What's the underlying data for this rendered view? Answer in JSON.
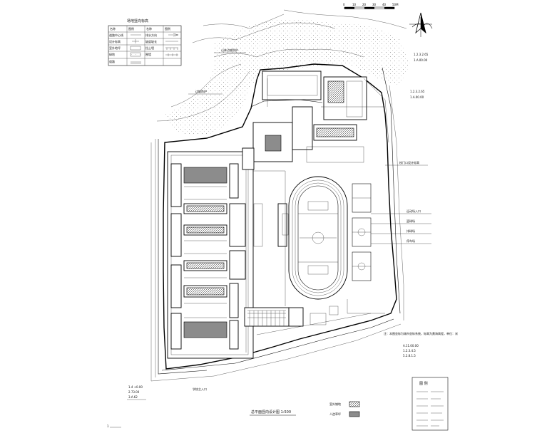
{
  "scale_bar": {
    "labels": [
      "0",
      "10",
      "20",
      "30",
      "40",
      "50M"
    ]
  },
  "legend_table": {
    "title": "场地竖向标高",
    "rows": [
      [
        "名称",
        "图例",
        "名称",
        "图例"
      ],
      [
        "道路中心线",
        "",
        "排水方向",
        ""
      ],
      [
        "设计标高",
        "",
        "坡度坡长",
        ""
      ],
      [
        "室外地坪",
        "",
        "挡土墙",
        ""
      ],
      [
        "绿地",
        "",
        "围墙",
        ""
      ],
      [
        "道路",
        "",
        "",
        ""
      ]
    ]
  },
  "annotations": {
    "north_hill_label": "山体边坡防护",
    "west_hill_label": "边坡防护",
    "east_label_1": "校门口设计标高",
    "east_label_2": "运动场入口",
    "east_label_3": "篮球场",
    "east_label_4": "排球场",
    "east_label_5": "停车场",
    "se_note": "注：本图坐标为城市坐标系统，标高为黄海高程，单位：米",
    "south_gate": "学校主入口",
    "west_level_1": "1.4 +0.00",
    "west_level_2": "2.73.00",
    "west_level_3": "3.A.62",
    "se_level_1": "A.11.00.00",
    "se_level_2": "1.2.3.4.5",
    "se_level_3": "5.2.8.1.5",
    "ne_level_1": "1.2.3.2.65",
    "ne_level_2": "1.A.00.00"
  },
  "drawing_title": "总平面竖向设计图  1:500",
  "key_labels": {
    "hatch_label": "室外铺地",
    "dense_label": "人造草坪"
  },
  "legend_box": {
    "title": "图 例"
  },
  "corner_mark": "1"
}
